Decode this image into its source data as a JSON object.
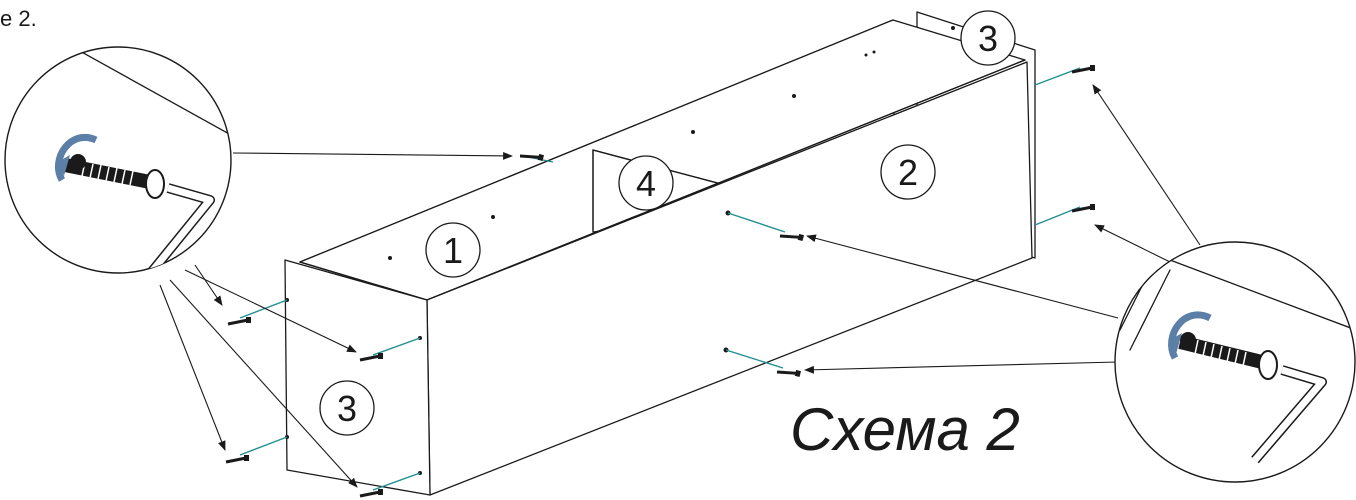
{
  "corner_note": "е 2.",
  "title": "Схема 2",
  "part_labels": {
    "part_1": "1",
    "part_2": "2",
    "part_3_front": "3",
    "part_3_back": "3",
    "part_4": "4"
  },
  "colors": {
    "line": "#1a1a1a",
    "screw_guide": "#1f8f8f",
    "rotate_arrow": "#5b7fa6"
  },
  "icons": {
    "detail_left": "screw-and-hex-key-detail-icon",
    "detail_right": "screw-and-hex-key-detail-icon"
  }
}
